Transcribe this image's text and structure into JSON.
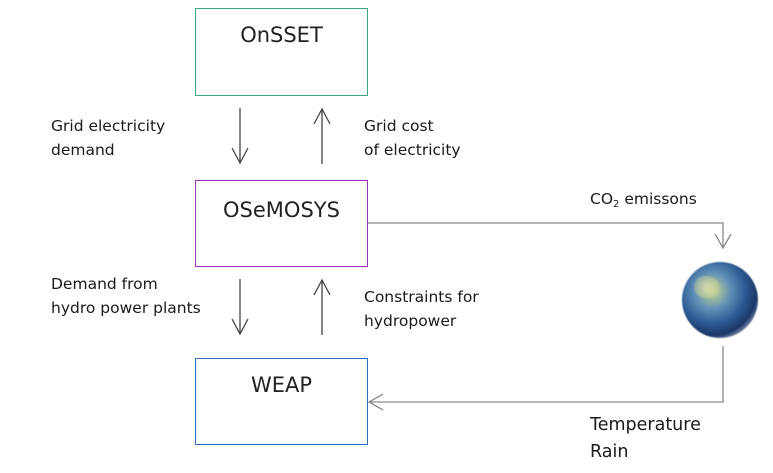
{
  "boxes": {
    "onsset": "OnSSET",
    "osemosys": "OSeMOSYS",
    "weap": "WEAP"
  },
  "labels": {
    "grid_demand": [
      "Grid electricity",
      "demand"
    ],
    "grid_cost": [
      "Grid cost",
      "of electricity"
    ],
    "hydro_demand": [
      "Demand from",
      "hydro power plants"
    ],
    "constraints": [
      "Constraints for",
      "hydropower"
    ],
    "co2_prefix": "CO",
    "co2_sub": "2",
    "co2_suffix": " emissons",
    "climate": [
      "Temperature",
      "Rain"
    ]
  },
  "icons": {
    "globe": "earth-globe-icon"
  },
  "colors": {
    "onsset_border": "#3aaa7c",
    "osemosys_border": "#a030c0",
    "weap_border": "#2e6fc4",
    "arrow": "#333333",
    "connector": "#888888"
  }
}
